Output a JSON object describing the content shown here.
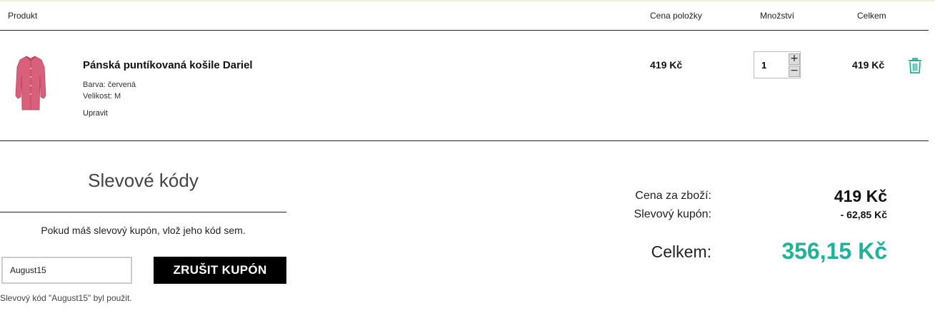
{
  "table": {
    "headers": {
      "product": "Produkt",
      "unit_price": "Cena položky",
      "quantity": "Množství",
      "total": "Celkem"
    }
  },
  "item": {
    "name": "Pánská puntíkovaná košile Dariel",
    "color_label": "Barva:",
    "color_value": "červená",
    "size_label": "Velikost:",
    "size_value": "M",
    "edit_label": "Upravit",
    "unit_price": "419 Kč",
    "quantity": "1",
    "total": "419 Kč",
    "image_icon": "shirt-image",
    "delete_icon": "trash-icon"
  },
  "discount": {
    "title": "Slevové kódy",
    "instructions": "Pokud máš slevový kupón, vlož jeho kód sem.",
    "code_value": "August15",
    "button_label": "ZRUŠIT KUPÓN",
    "applied_message": "Slevový kód \"August15\" byl použit."
  },
  "summary": {
    "goods_label": "Cena za zboží:",
    "goods_value": "419 Kč",
    "coupon_label": "Slevový kupón:",
    "coupon_value": "- 62,85 Kč",
    "total_label": "Celkem:",
    "total_value": "356,15 Kč"
  },
  "colors": {
    "accent": "#1fb39a",
    "button_bg": "#000000",
    "product_image": "#d9607a"
  }
}
